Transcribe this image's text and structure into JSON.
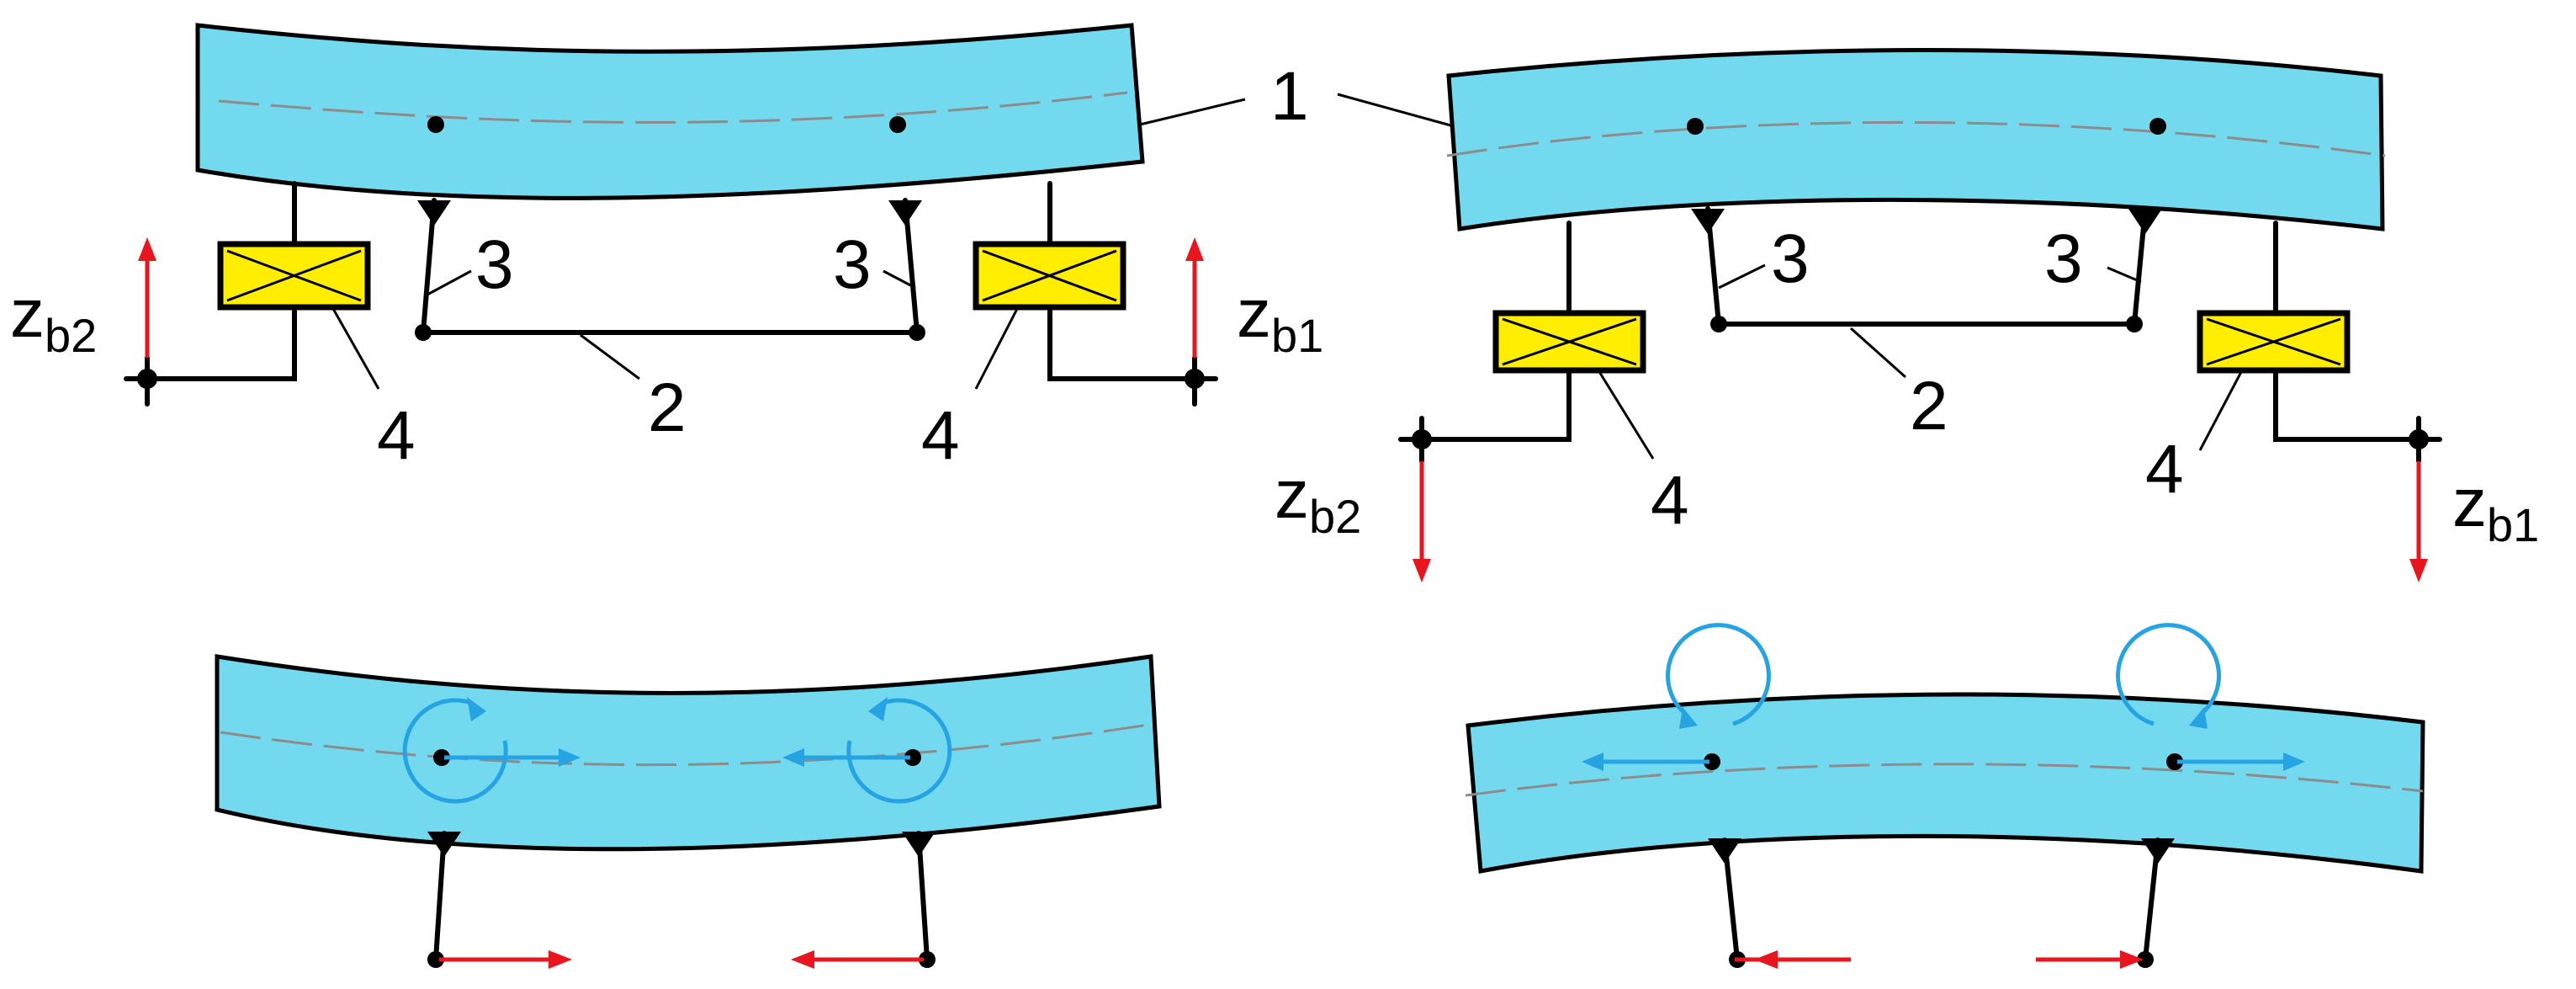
{
  "labels": {
    "beam": "1",
    "link_rod": "2",
    "hanger": "3",
    "damper": "4"
  },
  "z_left": {
    "main": "z",
    "sub": "b2"
  },
  "z_right": {
    "main": "z",
    "sub": "b1"
  },
  "colors": {
    "beam_fill": "#73d9ee",
    "damper_fill": "#ffee00",
    "red_arrow": "#e8141e",
    "blue_arrow": "#26a3e3"
  },
  "icons": [
    "damper-cross-icon",
    "vertical-arrow-icon",
    "horizontal-arrow-icon",
    "rotation-arrow-icon"
  ]
}
